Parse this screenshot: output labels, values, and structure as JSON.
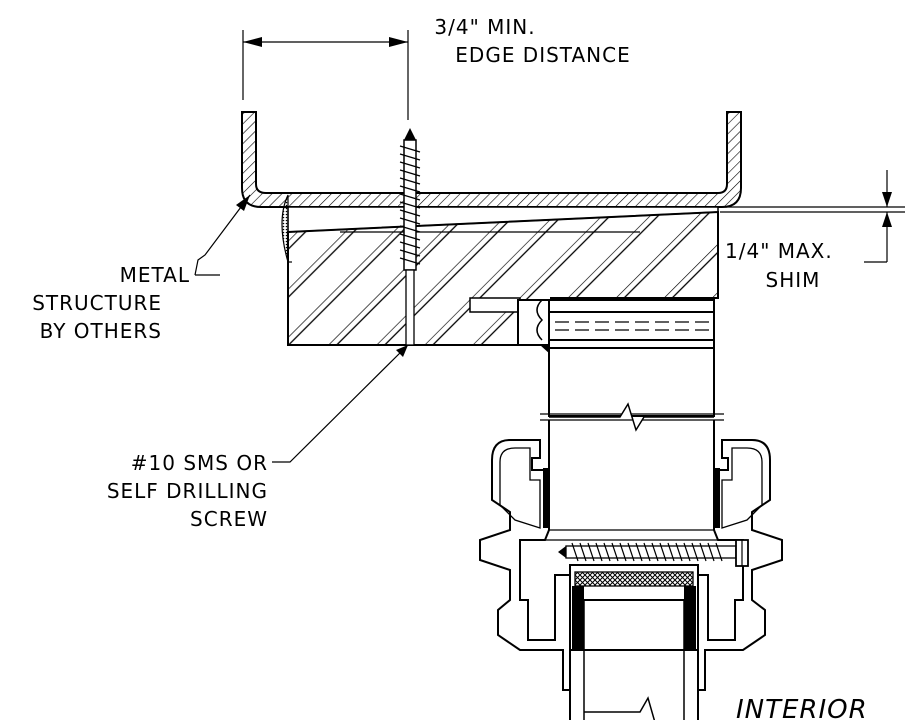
{
  "labels": {
    "edge_line1": "3/4\" MIN.",
    "edge_line2": "EDGE DISTANCE",
    "shim_line1": "1/4\" MAX.",
    "shim_line2": "SHIM",
    "metal_line1": "METAL",
    "metal_line2": "STRUCTURE",
    "metal_line3": "BY OTHERS",
    "screw_line1": "#10 SMS OR",
    "screw_line2": "SELF DRILLING",
    "screw_line3": "SCREW",
    "interior": "INTERIOR"
  },
  "colors": {
    "line": "#000000",
    "background": "#ffffff"
  }
}
